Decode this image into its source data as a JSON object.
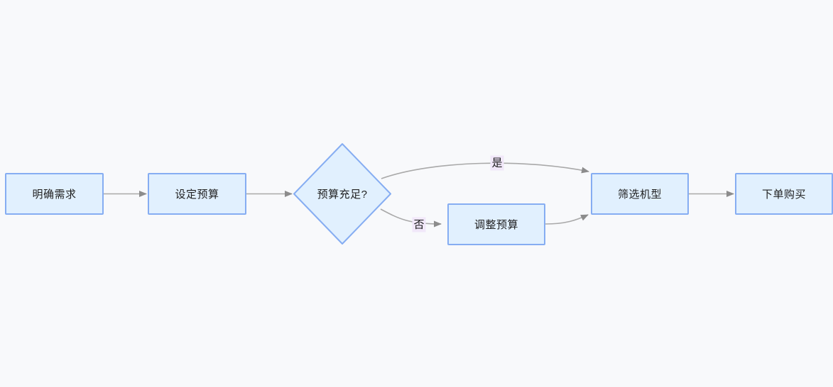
{
  "diagram": {
    "type": "flowchart",
    "direction": "left-to-right",
    "nodes": [
      {
        "id": "clarify-needs",
        "shape": "rectangle",
        "label": "明确需求"
      },
      {
        "id": "set-budget",
        "shape": "rectangle",
        "label": "设定预算"
      },
      {
        "id": "budget-sufficient",
        "shape": "diamond",
        "label": "预算充足?"
      },
      {
        "id": "adjust-budget",
        "shape": "rectangle",
        "label": "调整预算"
      },
      {
        "id": "filter-models",
        "shape": "rectangle",
        "label": "筛选机型"
      },
      {
        "id": "place-order",
        "shape": "rectangle",
        "label": "下单购买"
      }
    ],
    "edges": [
      {
        "from": "clarify-needs",
        "to": "set-budget",
        "label": ""
      },
      {
        "from": "set-budget",
        "to": "budget-sufficient",
        "label": ""
      },
      {
        "from": "budget-sufficient",
        "to": "filter-models",
        "label": "是"
      },
      {
        "from": "budget-sufficient",
        "to": "adjust-budget",
        "label": "否"
      },
      {
        "from": "adjust-budget",
        "to": "filter-models",
        "label": ""
      },
      {
        "from": "filter-models",
        "to": "place-order",
        "label": ""
      }
    ],
    "colors": {
      "background": "#F8F9FB",
      "node_fill": "#E1F0FE",
      "node_border": "#86ADF2",
      "node_text": "#212121",
      "edge_line": "#A9A9A9",
      "arrowhead": "#8C8C8C",
      "edge_label_background": "#F1E7F9",
      "edge_label_text": "#1A1A1A"
    }
  }
}
